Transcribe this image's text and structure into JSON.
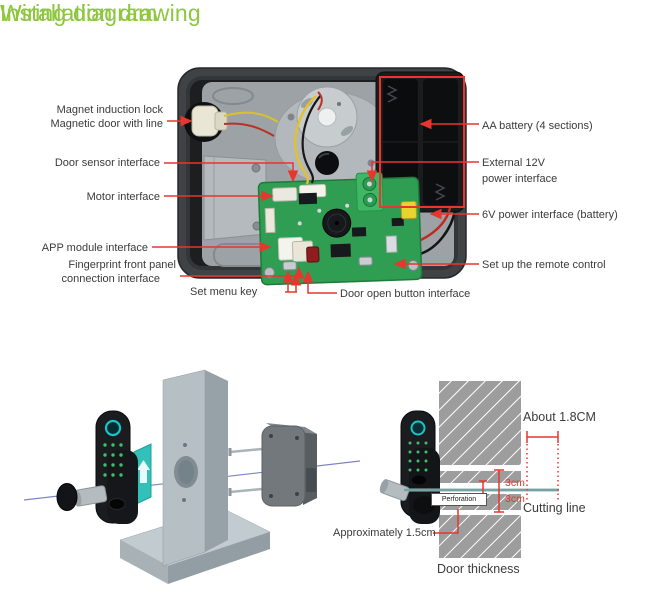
{
  "colors": {
    "title_green": "#8dc63f",
    "annotation_red": "#e8352e",
    "pcb_green": "#2f9e53",
    "cutting_axis_teal": "#8fb6b6"
  },
  "wiring_section": {
    "title": "Wiring diagram",
    "labels_left": [
      {
        "lines": [
          "Magnet induction lock",
          "Magnetic door with line"
        ]
      },
      {
        "lines": [
          "Door sensor interface"
        ]
      },
      {
        "lines": [
          "Motor interface"
        ]
      },
      {
        "lines": [
          "APP module interface"
        ]
      },
      {
        "lines": [
          "Fingerprint front panel",
          "connection interface"
        ]
      },
      {
        "lines": [
          "Set menu key"
        ]
      }
    ],
    "labels_right": [
      {
        "lines": [
          "AA battery (4 sections)"
        ]
      },
      {
        "lines": [
          "External 12V",
          "power interface"
        ]
      },
      {
        "lines": [
          "6V power interface (battery)"
        ]
      },
      {
        "lines": [
          "Set up the remote control"
        ]
      },
      {
        "lines": [
          "Door open button interface"
        ]
      }
    ]
  },
  "installation_section": {
    "title": "Installation drawing",
    "annotations": {
      "about_18cm": "About 1.8CM",
      "three_cm_upper": "3cm",
      "three_cm_lower": "3cm",
      "perforation": "Perforation",
      "cutting_line": "Cutting line",
      "approx_15cm": "Approximately 1.5cm",
      "door_thickness": "Door thickness"
    }
  }
}
